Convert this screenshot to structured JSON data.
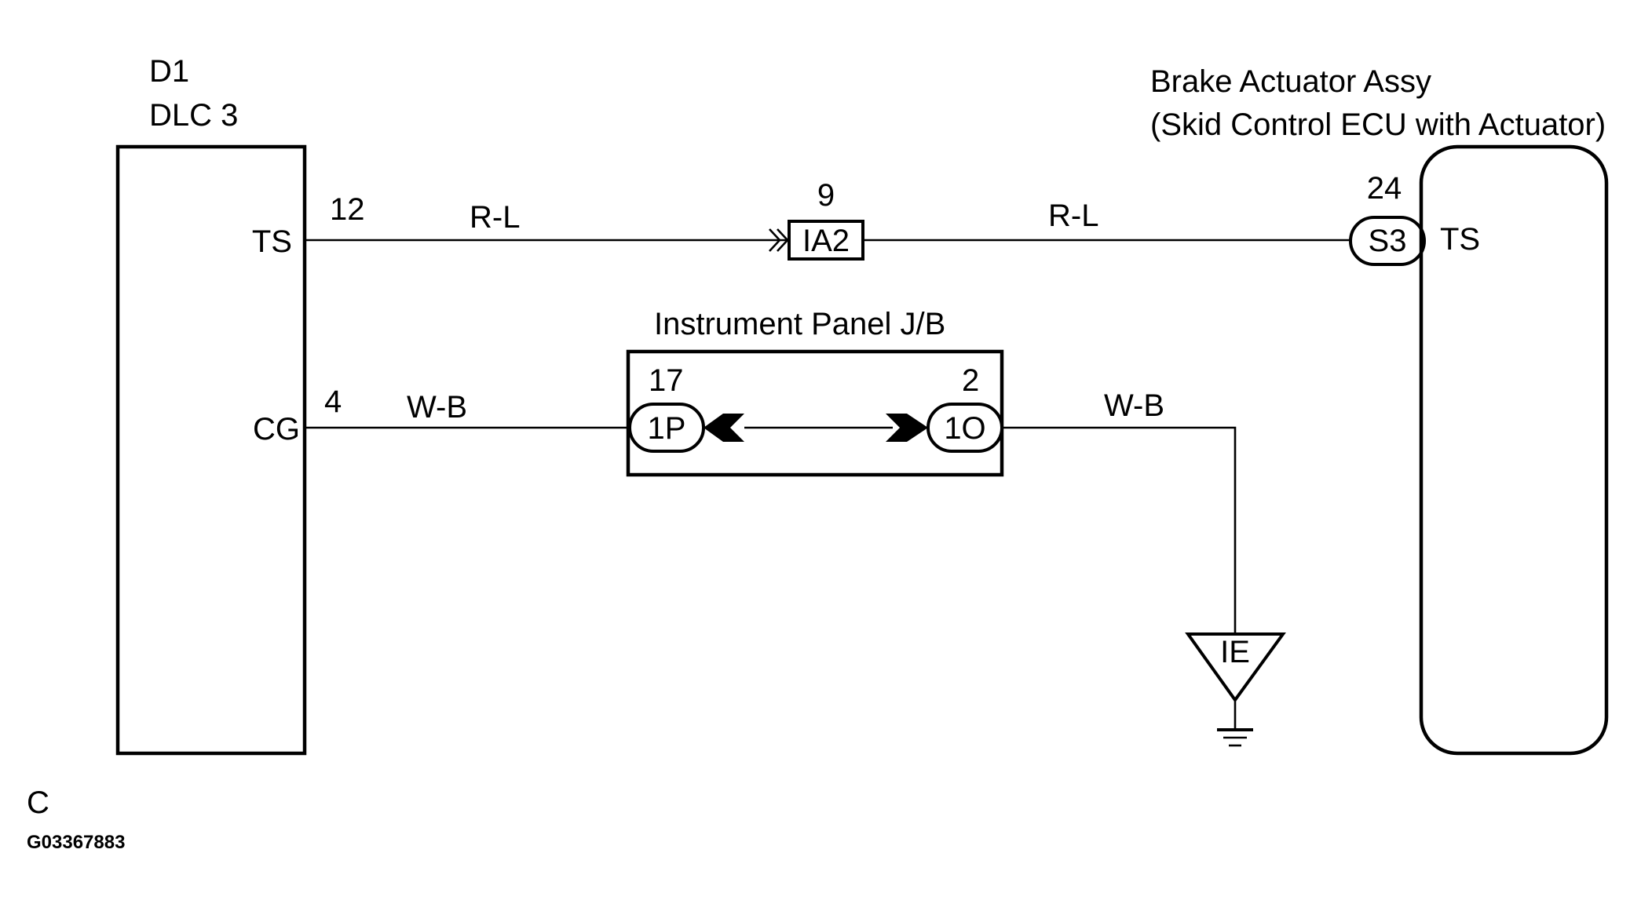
{
  "left_component": {
    "ref": "D1",
    "name": "DLC 3",
    "pins": {
      "ts": "TS",
      "cg": "CG"
    }
  },
  "right_component": {
    "name_line1": "Brake Actuator Assy",
    "name_line2": "(Skid Control ECU with Actuator)",
    "pin": "TS"
  },
  "wires": {
    "ts_left": {
      "pin_no": "12",
      "color": "R-L"
    },
    "ts_right": {
      "color": "R-L"
    },
    "cg_left": {
      "pin_no": "4",
      "color": "W-B"
    },
    "cg_right": {
      "color": "W-B"
    }
  },
  "connectors": {
    "ia2": {
      "label": "IA2",
      "pin_no": "9"
    },
    "s3": {
      "label": "S3",
      "pin_no": "24"
    },
    "p1": {
      "label": "1P",
      "pin_no": "17"
    },
    "o1": {
      "label": "1O",
      "pin_no": "2"
    }
  },
  "junction_block": {
    "label": "Instrument Panel J/B"
  },
  "ground": {
    "label": "IE"
  },
  "footer": {
    "code": "C",
    "figure_id": "G03367883"
  }
}
